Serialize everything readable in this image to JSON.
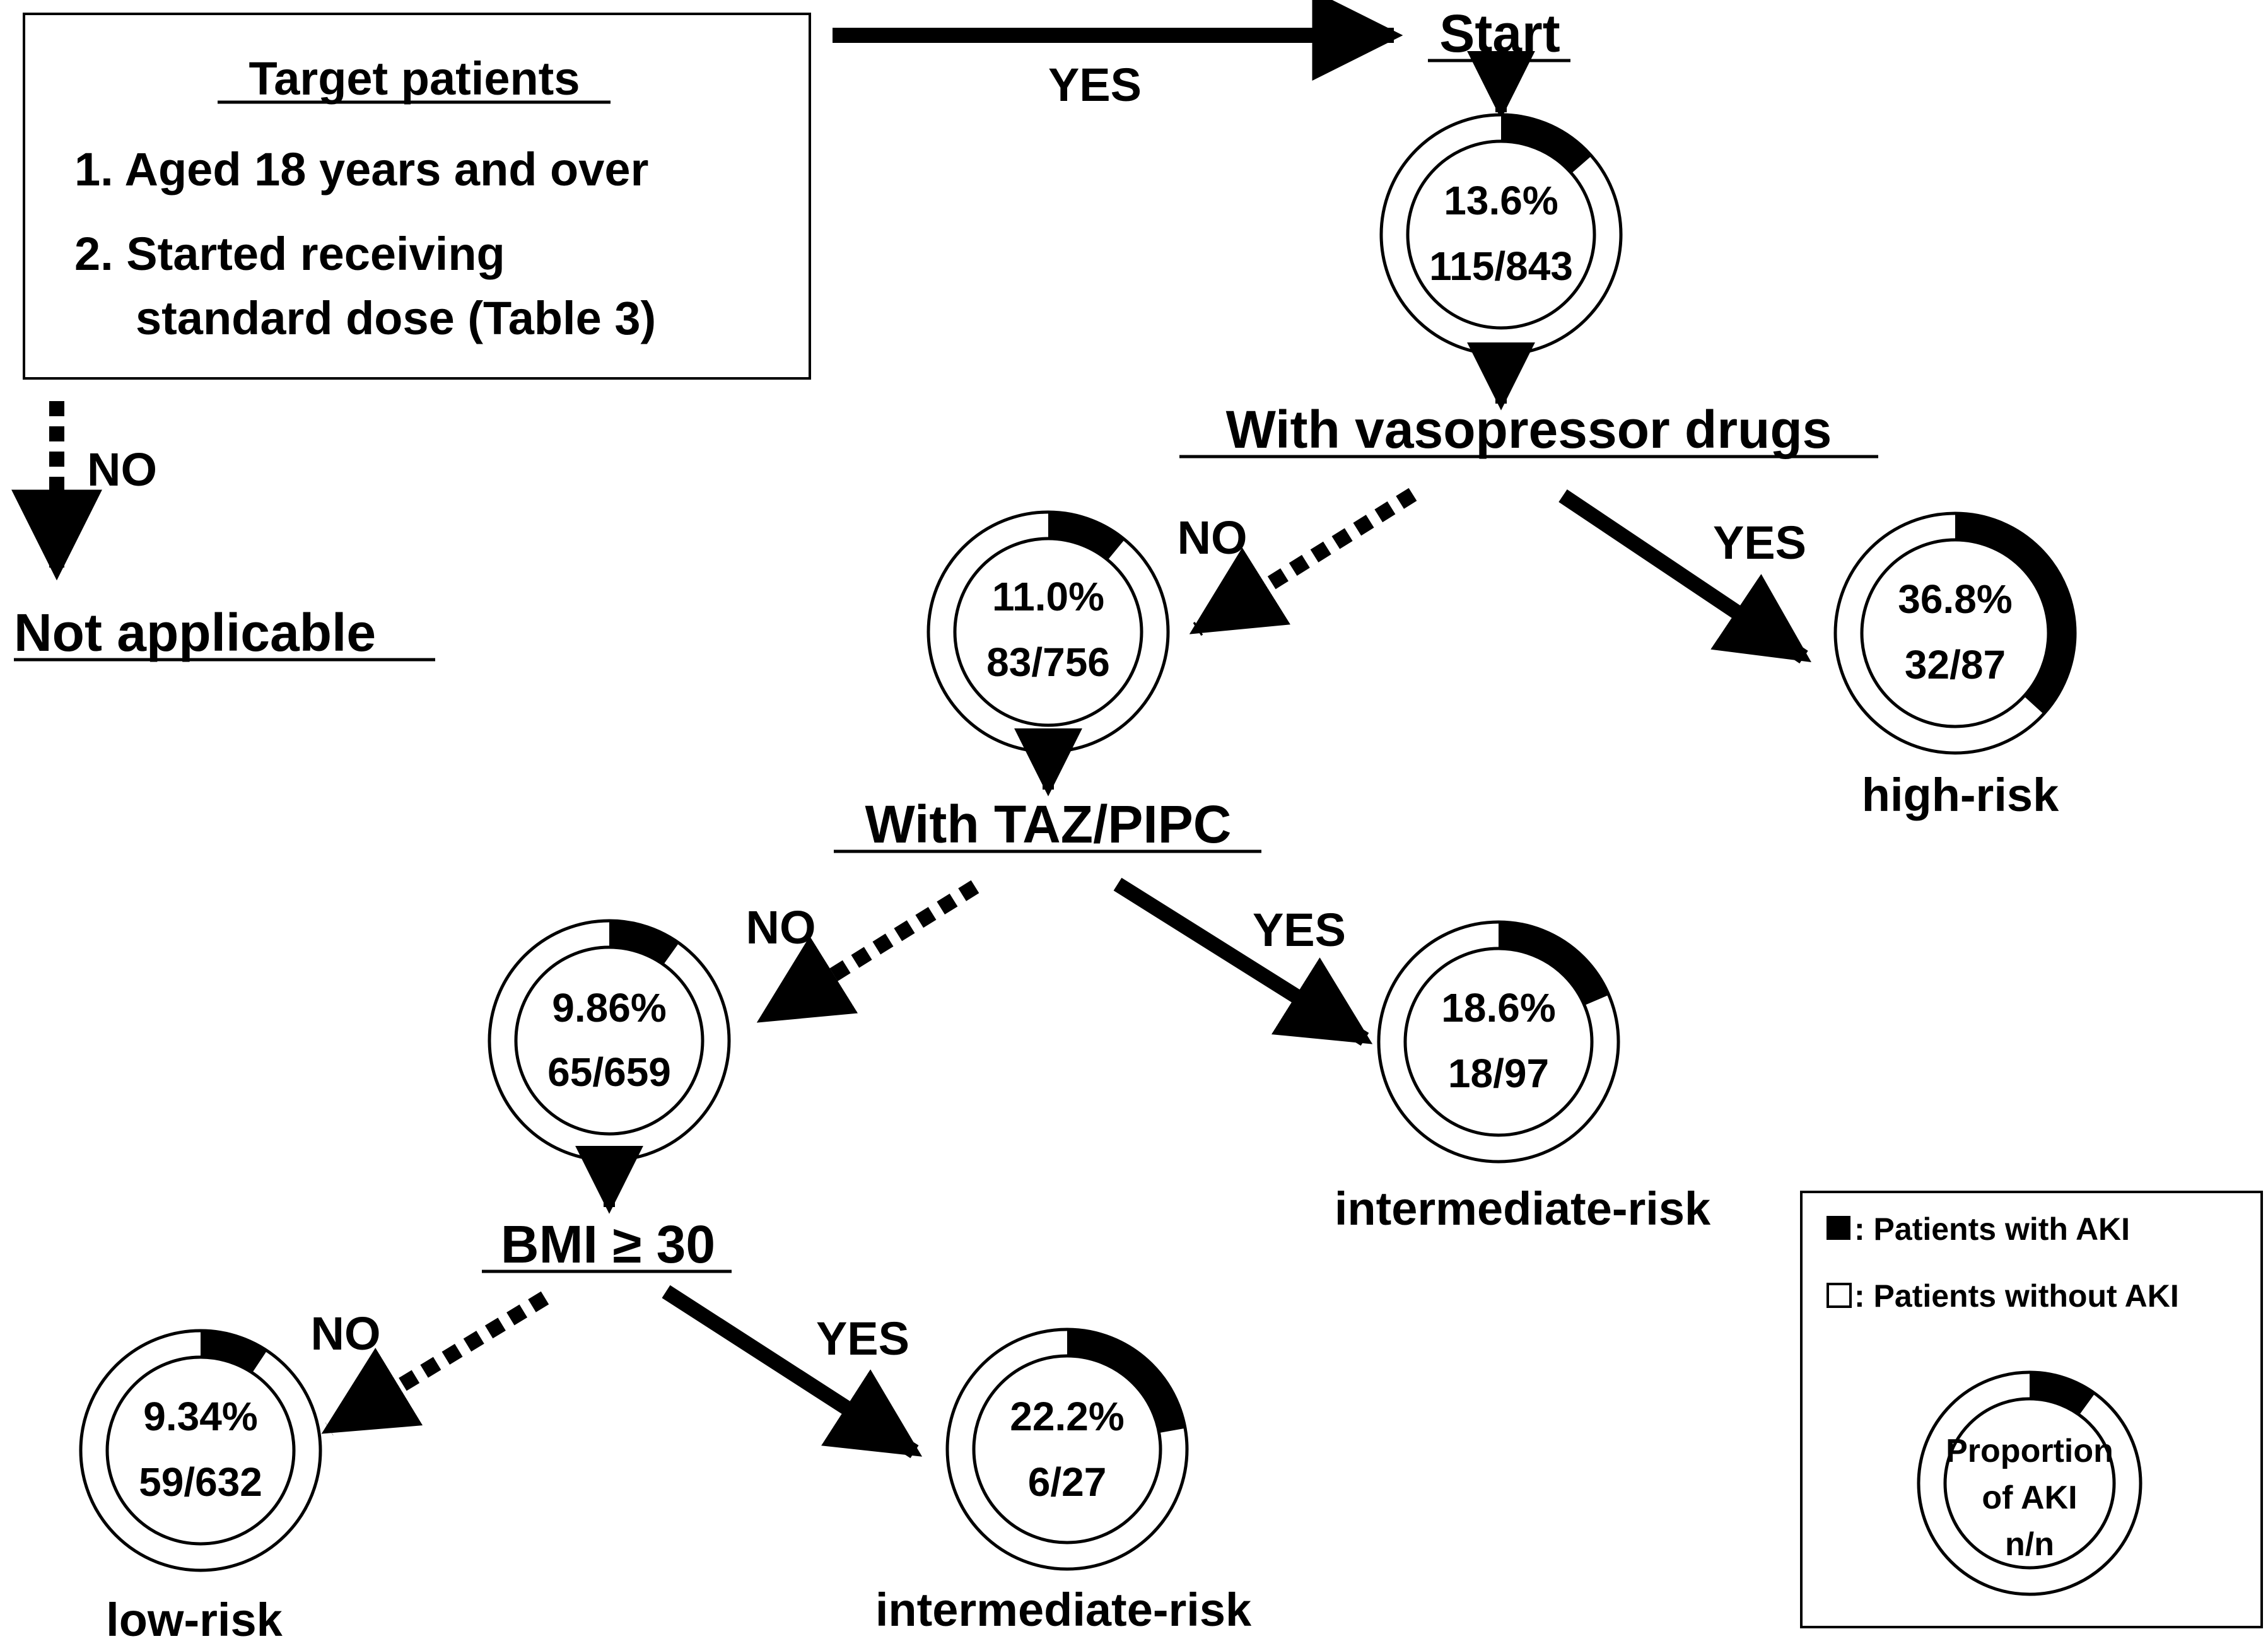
{
  "target_box": {
    "title": "Target patients",
    "item1": "1. Aged 18 years and over",
    "item2_line1": "2. Started receiving",
    "item2_line2": "standard dose (Table 3)"
  },
  "edges": {
    "target_yes": "YES",
    "target_no": "NO",
    "vaso_no": "NO",
    "vaso_yes": "YES",
    "taz_no": "NO",
    "taz_yes": "YES",
    "bmi_no": "NO",
    "bmi_yes": "YES"
  },
  "decisions": {
    "start": "Start",
    "vasopressor": "With vasopressor drugs",
    "taz": "With TAZ/PIPC",
    "bmi": "BMI ≥ 30"
  },
  "not_applicable": "Not applicable",
  "nodes": {
    "start": {
      "pct": "13.6%",
      "frac": "115/843",
      "proportion": 0.136
    },
    "vaso_no": {
      "pct": "11.0%",
      "frac": "83/756",
      "proportion": 0.11
    },
    "vaso_yes": {
      "pct": "36.8%",
      "frac": "32/87",
      "proportion": 0.368,
      "risk": "high-risk"
    },
    "taz_no": {
      "pct": "9.86%",
      "frac": "65/659",
      "proportion": 0.0986
    },
    "taz_yes": {
      "pct": "18.6%",
      "frac": "18/97",
      "proportion": 0.186,
      "risk": "intermediate-risk"
    },
    "bmi_no": {
      "pct": "9.34%",
      "frac": "59/632",
      "proportion": 0.0934,
      "risk": "low-risk"
    },
    "bmi_yes": {
      "pct": "22.2%",
      "frac": "6/27",
      "proportion": 0.222,
      "risk": "intermediate-risk"
    }
  },
  "legend": {
    "with_aki": ": Patients with AKI",
    "without_aki": ": Patients without AKI",
    "line1": "Proportion",
    "line2": "of AKI",
    "line3": "n/n",
    "proportion": 0.1
  },
  "colors": {
    "ink": "#000000",
    "background": "#ffffff"
  }
}
